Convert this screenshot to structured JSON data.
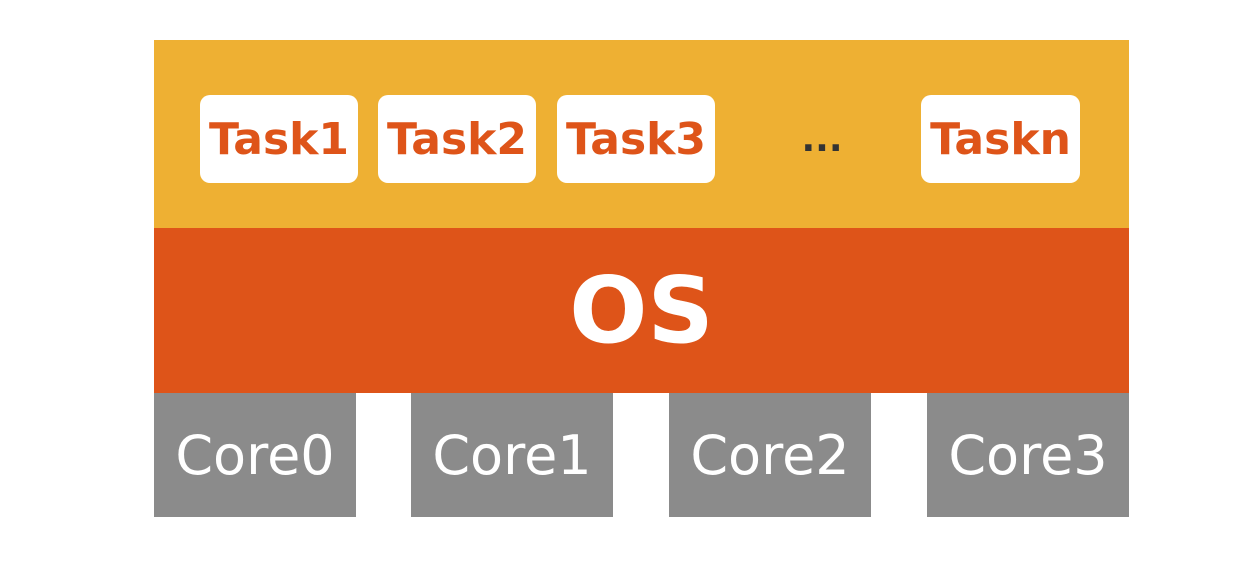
{
  "tasks": [
    "Task1",
    "Task2",
    "Task3",
    "Taskn"
  ],
  "ellipsis": "...",
  "os_label": "OS",
  "cores": [
    "Core0",
    "Core1",
    "Core2",
    "Core3"
  ],
  "colors": {
    "task_layer": "#EEB033",
    "task_text": "#DE5419",
    "os_layer": "#DE5419",
    "core": "#8B8B8B"
  }
}
